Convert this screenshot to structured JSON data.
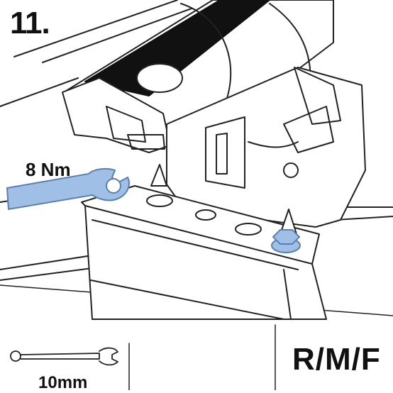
{
  "step": {
    "number": "11."
  },
  "callout": {
    "torque": "8 Nm"
  },
  "tool": {
    "size": "10mm",
    "icon": "wrench-icon"
  },
  "variant": {
    "code": "R/M/F"
  },
  "colors": {
    "highlight": "#9fbfe6",
    "highlight_stroke": "#5a7fb0",
    "line": "#222222"
  }
}
